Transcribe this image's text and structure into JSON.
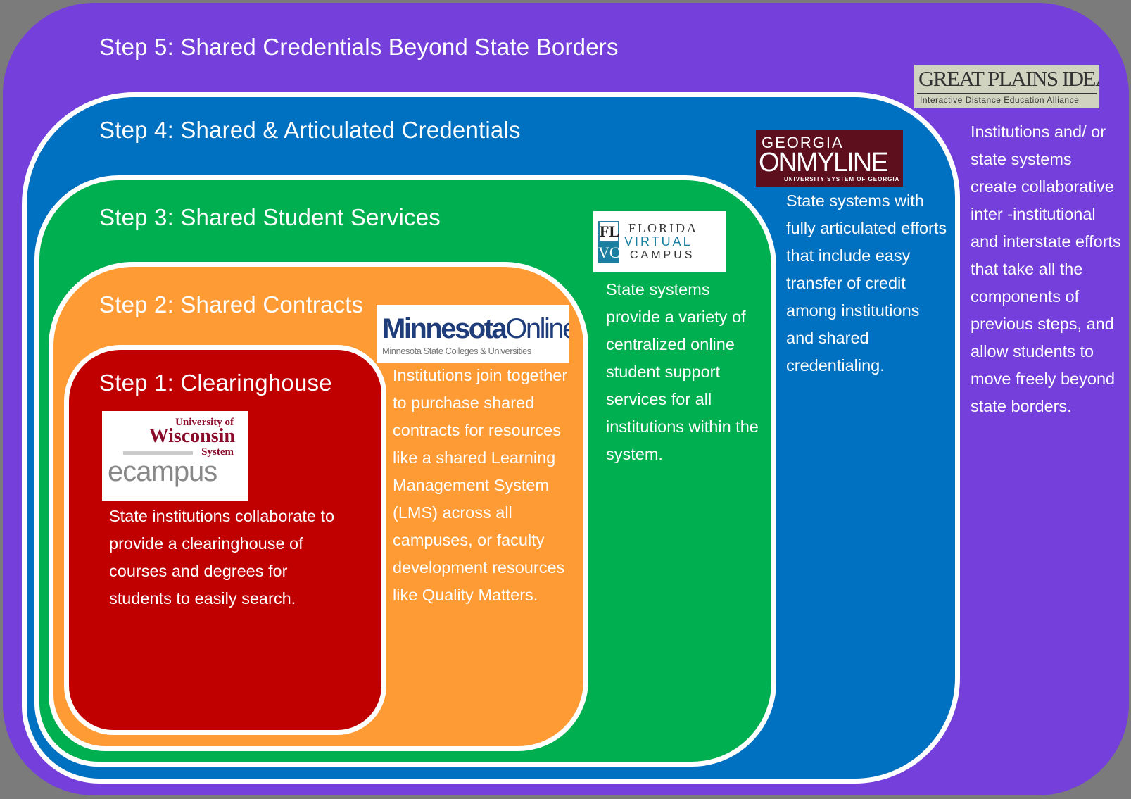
{
  "steps": [
    {
      "title": "Step 1: Clearinghouse",
      "description": "State institutions collaborate to provide a clearinghouse of courses and degrees for students to easily search.",
      "logo": {
        "line1": "University of",
        "line2": "Wisconsin",
        "line3": "System",
        "line4": "ecampus"
      }
    },
    {
      "title": "Step 2: Shared Contracts",
      "description": "Institutions join together to purchase shared contracts for resources like a shared Learning Management System (LMS) across all campuses, or faculty development resources like Quality Matters.",
      "logo": {
        "main_a": "Minnesota",
        "main_b": "Online",
        "sub": "Minnesota State Colleges & Universities"
      }
    },
    {
      "title": "Step 3: Shared Student Services",
      "description": "State systems provide a variety of centralized online student support services for all institutions within the system.",
      "logo": {
        "mark_a": "FL",
        "mark_b": "VC",
        "line1": "FLORIDA",
        "line2": "VIRTUAL",
        "line3": "CAMPUS"
      }
    },
    {
      "title": "Step 4: Shared & Articulated Credentials",
      "description": "State systems with fully articulated efforts that include easy transfer of credit among institutions and shared credentialing.",
      "logo": {
        "line1": "GEORGIA",
        "line2": "ONMYLINE",
        "line3": "UNIVERSITY SYSTEM OF GEORGIA"
      }
    },
    {
      "title": "Step 5: Shared Credentials Beyond State Borders",
      "description": "Institutions and/ or state systems create collaborative inter -institutional and interstate efforts that take all the components of previous steps, and allow students to move freely beyond state borders.",
      "logo": {
        "line1": "GREAT PLAINS IDEA",
        "line2": "Interactive Distance Education Alliance"
      }
    }
  ],
  "colors": {
    "step1": "#c00000",
    "step2": "#ff9b35",
    "step3": "#00b050",
    "step4": "#0070c0",
    "step5": "#743fdb"
  }
}
